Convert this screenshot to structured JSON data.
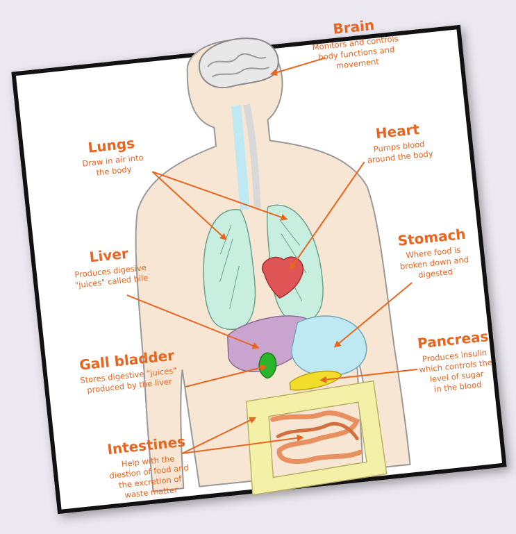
{
  "labels": {
    "brain": {
      "title": "Brain",
      "lines": [
        "Monitors and controls",
        "body functions and",
        "movement"
      ]
    },
    "lungs": {
      "title": "Lungs",
      "lines": [
        "Draw in air into",
        "the body"
      ]
    },
    "heart": {
      "title": "Heart",
      "lines": [
        "Pumps blood",
        "around the body"
      ]
    },
    "liver": {
      "title": "Liver",
      "lines": [
        "Produces digesive",
        "\"juices\" called bile"
      ]
    },
    "stomach": {
      "title": "Stomach",
      "lines": [
        "Where food is",
        "broken down and",
        "digested"
      ]
    },
    "gall_bladder": {
      "title": "Gall bladder",
      "lines": [
        "Stores digestive \"juices\"",
        "produced by the liver"
      ]
    },
    "pancreas": {
      "title": "Pancreas",
      "lines": [
        "Produces insulin",
        "which controls the",
        "level of sugar",
        "in the blood"
      ]
    },
    "intestines": {
      "title": "Intestines",
      "lines": [
        "Help with the",
        "diestion of food and",
        "the excretion of",
        "waste matter"
      ]
    }
  },
  "colors": {
    "label": "#e8651f",
    "body": "#f6e6d3",
    "body_outline": "#999999",
    "brain": "#e8e8e8",
    "lungs": "#c8eee0",
    "heart": "#e05555",
    "liver": "#c9a4cf",
    "stomach": "#bfe9f2",
    "gall_bladder": "#2bb52b",
    "pancreas": "#f2dd2a",
    "large_intestine": "#f5f0a8",
    "small_intestine": "#e89060",
    "frame": "#111111"
  }
}
